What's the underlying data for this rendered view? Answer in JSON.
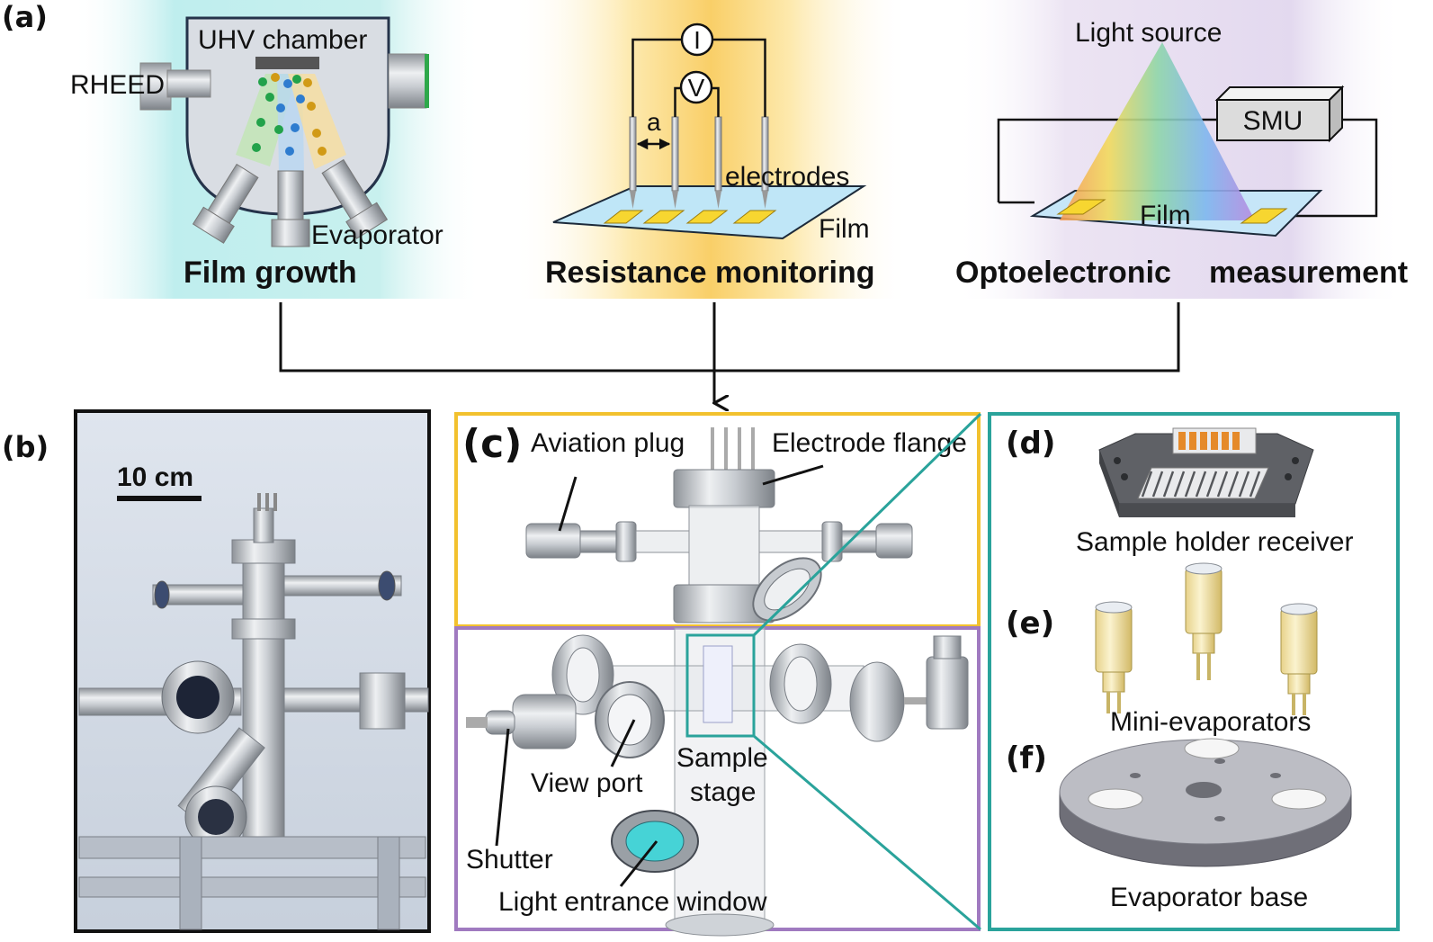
{
  "panel_labels": {
    "a": "(a)",
    "b": "(b)",
    "c": "(c)",
    "d": "(d)",
    "e": "(e)",
    "f": "(f)"
  },
  "panel_a": {
    "film_growth": {
      "title": "Film growth",
      "uhv_chamber": "UHV chamber",
      "rheed": "RHEED",
      "evaporator": "Evaporator"
    },
    "resistance": {
      "title": "Resistance monitoring",
      "current": "I",
      "voltage": "V",
      "spacing": "a",
      "electrodes": "electrodes",
      "film": "Film"
    },
    "optoelectronic": {
      "title_1": "Optoelectronic",
      "title_2": "measurement",
      "light_source": "Light source",
      "smu": "SMU",
      "film": "Film"
    }
  },
  "panel_b": {
    "scale_bar": "10 cm"
  },
  "panel_c": {
    "aviation_plug": "Aviation plug",
    "electrode_flange": "Electrode flange",
    "sample_stage_1": "Sample",
    "sample_stage_2": "stage",
    "view_port": "View port",
    "shutter": "Shutter",
    "light_window": "Light entrance window"
  },
  "panel_d": {
    "label": "Sample holder receiver"
  },
  "panel_e": {
    "label": "Mini-evaporators"
  },
  "panel_f": {
    "label": "Evaporator base"
  },
  "colors": {
    "cyan_bg": "#bfeeee",
    "yellow_bg": "#fbe2a0",
    "violet_bg": "#e6dcf0",
    "frame_yellow": "#f2c12e",
    "frame_purple": "#a07ac0",
    "frame_teal": "#2aa39b",
    "electrode_yellow": "#f7d630",
    "film_blue": "#bfe6f7",
    "dot_green": "#22a24a",
    "dot_blue": "#2e7ccf",
    "dot_gold": "#d19a16"
  }
}
